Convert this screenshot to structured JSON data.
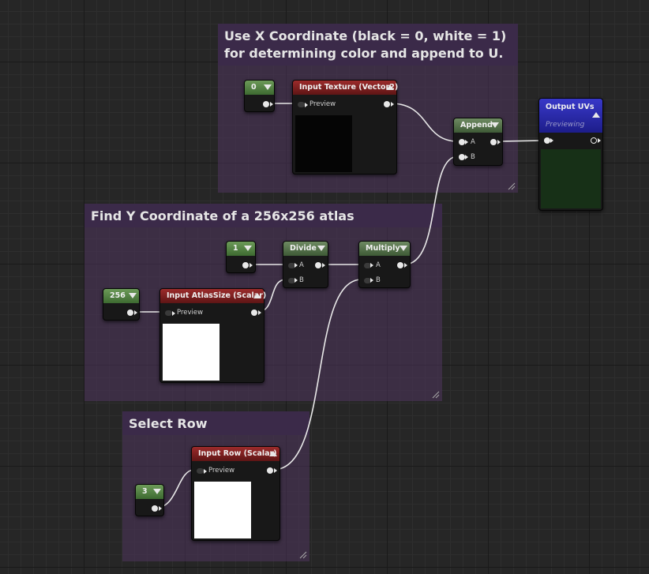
{
  "comments": {
    "x_coord": {
      "title": "Use X Coordinate (black = 0, white = 1) for determining color and append to U."
    },
    "y_coord": {
      "title": "Find Y Coordinate of a 256x256 atlas"
    },
    "select_row": {
      "title": "Select Row"
    }
  },
  "nodes": {
    "const_zero": {
      "label": "0"
    },
    "input_texture": {
      "label": "Input Texture (Vector2)",
      "pin": "Preview"
    },
    "append": {
      "label": "Append",
      "pin_a": "A",
      "pin_b": "B"
    },
    "output_uvs": {
      "label": "Output UVs",
      "status": "Previewing"
    },
    "const_one": {
      "label": "1"
    },
    "divide": {
      "label": "Divide",
      "pin_a": "A",
      "pin_b": "B"
    },
    "multiply": {
      "label": "Multiply",
      "pin_a": "A",
      "pin_b": "B"
    },
    "const_256": {
      "label": "256"
    },
    "input_atlas_size": {
      "label": "Input AtlasSize (Scalar)",
      "pin": "Preview"
    },
    "input_row": {
      "label": "Input Row (Scalar)",
      "pin": "Preview"
    },
    "const_three": {
      "label": "3"
    }
  },
  "colors": {
    "comment_bg": "#4e345c",
    "comment_title_bg": "#3b2a49",
    "constant_header": "#5a8a48",
    "input_header": "#8a2222",
    "math_header": "#5a7a50",
    "output_header": "#2a2ab0",
    "output_preview": "#173017",
    "wire": "#e8e8e8"
  },
  "icons": [
    "collapse-arrow-icon",
    "expand-arrow-icon",
    "resize-grip-icon",
    "output-pin-icon",
    "input-pin-icon"
  ]
}
